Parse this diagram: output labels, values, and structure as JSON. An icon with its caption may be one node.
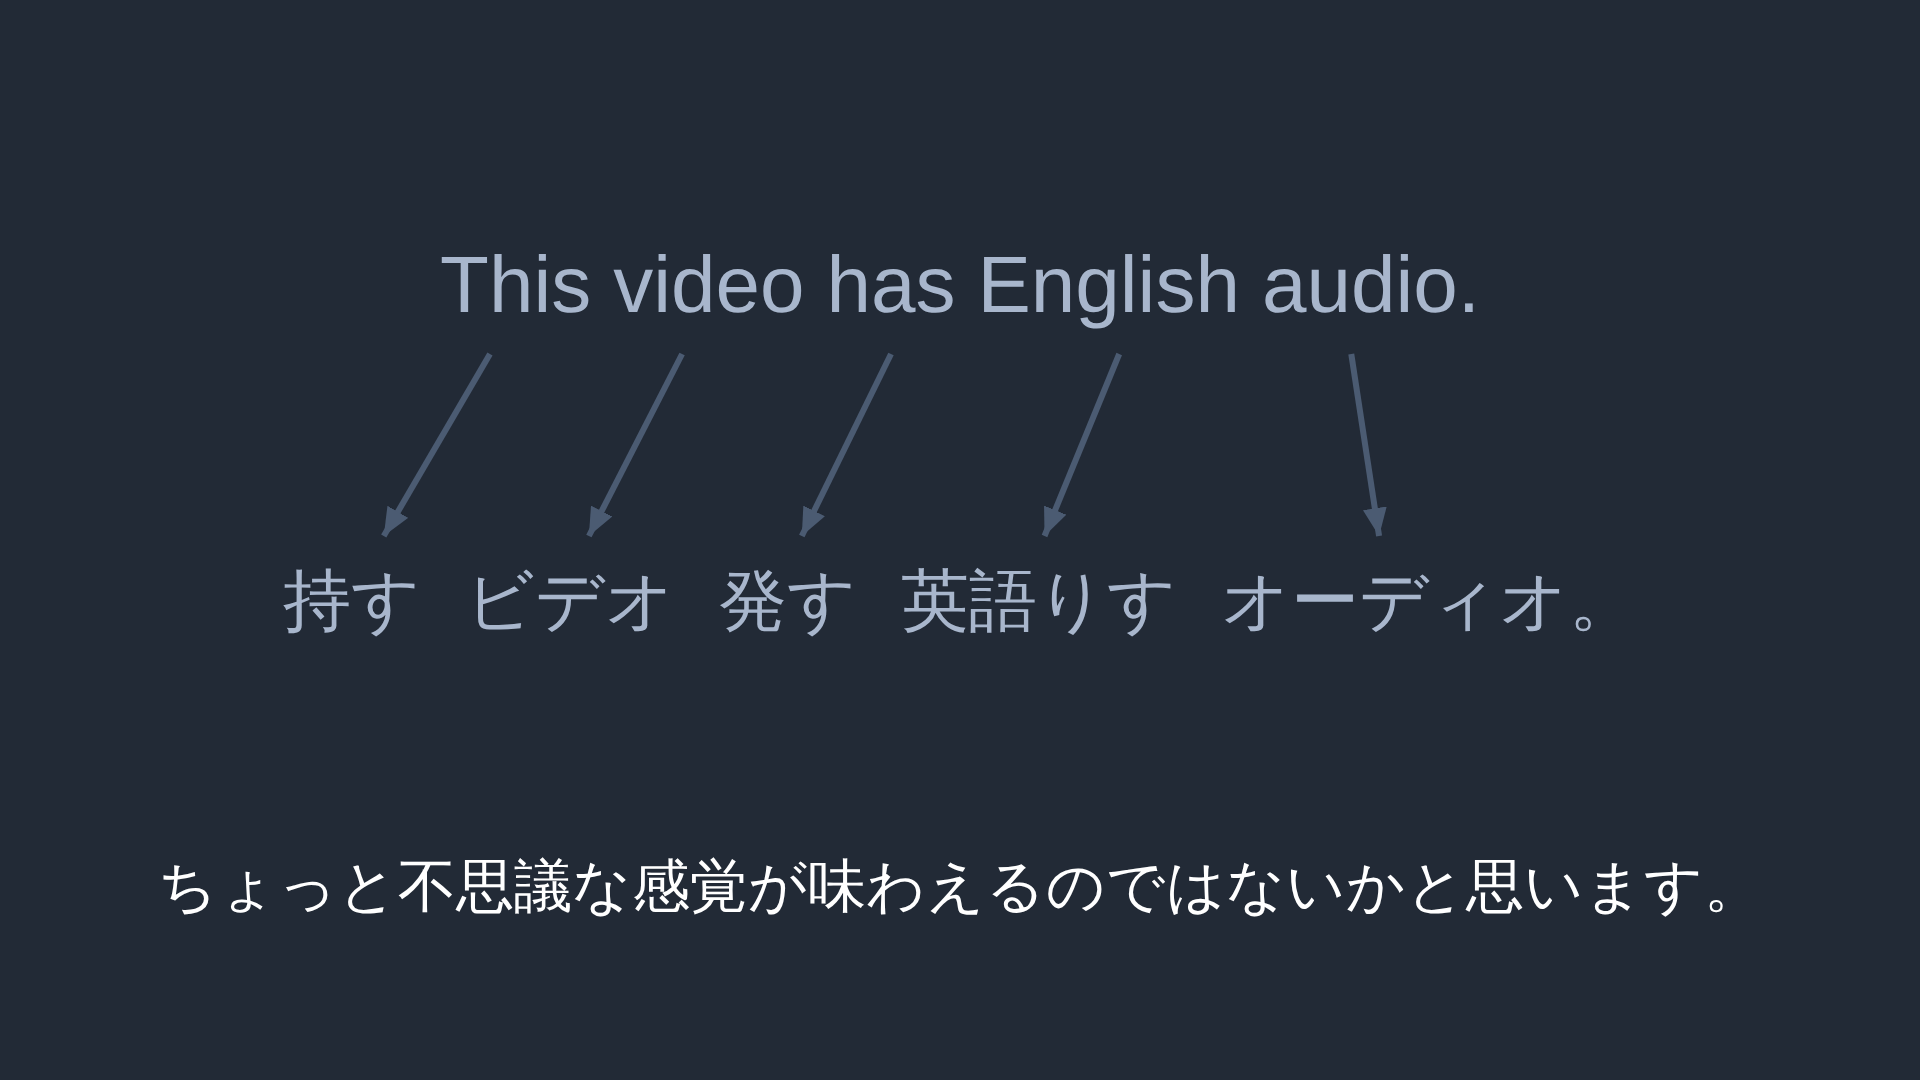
{
  "diagram": {
    "nodes": [
      {
        "text": [
          "This"
        ]
      },
      {
        "text": [
          "video"
        ]
      },
      {
        "text": [
          "has"
        ]
      },
      {
        "text": [
          "English"
        ]
      },
      {
        "text": [
          "audio."
        ]
      },
      {
        "text": [
          "持す"
        ]
      },
      {
        "text": [
          "ビデオ"
        ]
      },
      {
        "text": [
          "発す"
        ]
      },
      {
        "text": [
          "英語りす"
        ]
      },
      {
        "text": [
          "オーディオ。"
        ]
      }
    ],
    "edges": [
      {
        "from": 0,
        "to": 5,
        "arrow": "to"
      },
      {
        "from": 1,
        "to": 6,
        "arrow": "to"
      },
      {
        "from": 2,
        "to": 7,
        "arrow": "to"
      },
      {
        "from": 3,
        "to": 8,
        "arrow": "to"
      },
      {
        "from": 4,
        "to": 9,
        "arrow": "to"
      }
    ],
    "labels": [
      "ちょっと不思議な感覚が味わえるのではないかと思います。"
    ]
  }
}
